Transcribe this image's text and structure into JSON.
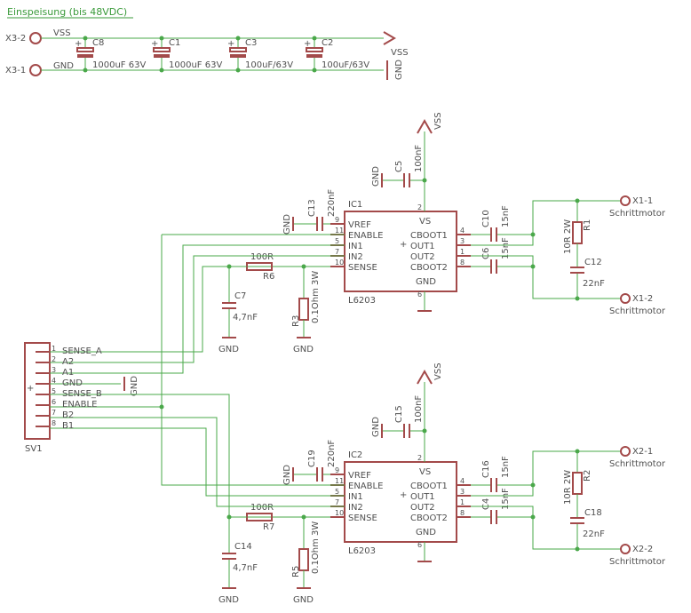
{
  "title": "Einspeisung (bis 48VDC)",
  "supply": {
    "conn_top": "X3-2",
    "conn_bot": "X3-1",
    "vss_label": "VSS",
    "gnd_label": "GND",
    "vss_right": "VSS",
    "gnd_right": "GND",
    "caps": [
      {
        "name": "C8",
        "value": "1000uF 63V"
      },
      {
        "name": "C1",
        "value": "1000uF 63V"
      },
      {
        "name": "C3",
        "value": "100uF/63V"
      },
      {
        "name": "C2",
        "value": "100uF/63V"
      }
    ]
  },
  "drivers": [
    {
      "ic_name": "IC1",
      "ic_type": "L6203",
      "vss": "VSS",
      "pins_left": [
        {
          "name": "VREF",
          "num": "9"
        },
        {
          "name": "ENABLE",
          "num": "11"
        },
        {
          "name": "IN1",
          "num": "5"
        },
        {
          "name": "IN2",
          "num": "7"
        },
        {
          "name": "SENSE",
          "num": "10"
        }
      ],
      "pins_right": [
        {
          "name": "CBOOT1",
          "num": "4"
        },
        {
          "name": "OUT1",
          "num": "3"
        },
        {
          "name": "OUT2",
          "num": "1"
        },
        {
          "name": "CBOOT2",
          "num": "8"
        }
      ],
      "vs_label": "VS",
      "vs_num": "2",
      "gnd_label": "GND",
      "gnd_num": "6",
      "c_sup": {
        "name": "C5",
        "value": "100nF"
      },
      "c_ref": {
        "name": "C13",
        "value": "220nF"
      },
      "c_b1": {
        "name": "C10",
        "value": "15nF"
      },
      "c_b2": {
        "name": "C6",
        "value": "15nF"
      },
      "r_out": {
        "name": "R1",
        "value": "10R 2W"
      },
      "c_out": {
        "name": "C12",
        "value": "22nF"
      },
      "r_in": {
        "name": "R6",
        "value": "100R"
      },
      "c_sense": {
        "name": "C7",
        "value": "4,7nF"
      },
      "r_sense": {
        "name": "R3",
        "value": "0.1Ohm 3W"
      },
      "x_top": "X1-1",
      "x_bot": "X1-2",
      "motor": "Schrittmotor",
      "gnd": "GND"
    },
    {
      "ic_name": "IC2",
      "ic_type": "L6203",
      "vss": "VSS",
      "pins_left": [
        {
          "name": "VREF",
          "num": "9"
        },
        {
          "name": "ENABLE",
          "num": "11"
        },
        {
          "name": "IN1",
          "num": "5"
        },
        {
          "name": "IN2",
          "num": "7"
        },
        {
          "name": "SENSE",
          "num": "10"
        }
      ],
      "pins_right": [
        {
          "name": "CBOOT1",
          "num": "4"
        },
        {
          "name": "OUT1",
          "num": "3"
        },
        {
          "name": "OUT2",
          "num": "1"
        },
        {
          "name": "CBOOT2",
          "num": "8"
        }
      ],
      "vs_label": "VS",
      "vs_num": "2",
      "gnd_label": "GND",
      "gnd_num": "6",
      "c_sup": {
        "name": "C15",
        "value": "100nF"
      },
      "c_ref": {
        "name": "C19",
        "value": "220nF"
      },
      "c_b1": {
        "name": "C16",
        "value": "15nF"
      },
      "c_b2": {
        "name": "C4",
        "value": "15nF"
      },
      "r_out": {
        "name": "R2",
        "value": "10R 2W"
      },
      "c_out": {
        "name": "C18",
        "value": "22nF"
      },
      "r_in": {
        "name": "R7",
        "value": "100R"
      },
      "c_sense": {
        "name": "C14",
        "value": "4,7nF"
      },
      "r_sense": {
        "name": "R5",
        "value": "0.1Ohm 3W"
      },
      "x_top": "X2-1",
      "x_bot": "X2-2",
      "motor": "Schrittmotor",
      "gnd": "GND"
    }
  ],
  "header": {
    "name": "SV1",
    "gnd": "GND",
    "pins": [
      {
        "num": "1",
        "label": "SENSE_A"
      },
      {
        "num": "2",
        "label": "A2"
      },
      {
        "num": "3",
        "label": "A1"
      },
      {
        "num": "4",
        "label": "GND"
      },
      {
        "num": "5",
        "label": "SENSE_B"
      },
      {
        "num": "6",
        "label": "ENABLE"
      },
      {
        "num": "7",
        "label": "B2"
      },
      {
        "num": "8",
        "label": "B1"
      }
    ]
  }
}
